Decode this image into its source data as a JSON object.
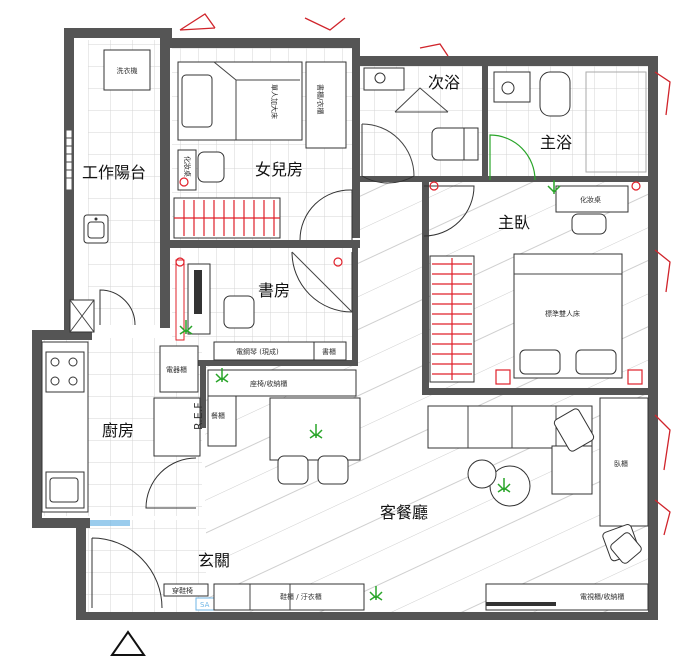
{
  "rooms": {
    "work_balcony": "工作陽台",
    "daughter_room": "女兒房",
    "second_bath": "次浴",
    "master_bath": "主浴",
    "master_bedroom": "主臥",
    "study": "書房",
    "kitchen": "廚房",
    "living_dining": "客餐廳",
    "entrance": "玄關"
  },
  "labels": {
    "washer": "洗衣機",
    "single_bed": "單人加大床",
    "daughter_wardrobe": "書櫃/衣櫃",
    "dresser_small": "化妝桌",
    "dresser_master": "化妝桌",
    "double_bed": "標準雙人床",
    "electronic_piano": "電鋼琴 (現成)",
    "bookshelf": "書櫃",
    "appliance_cabinet": "電器櫃",
    "bench_storage": "座椅/收納櫃",
    "dining_cabinet": "餐櫃",
    "fridge": "R.E.F",
    "decor_cabinet": "臥櫃",
    "shoe_bench": "穿鞋椅",
    "sa": "SA",
    "shoe_coat_cabinet": "鞋櫃 / 汙衣櫃",
    "tv_cabinet": "電視櫃/收納櫃"
  },
  "colors": {
    "wall": "#555555",
    "window": "#d0242b",
    "plant": "#2aa52a",
    "door_swing": "#2aa52a",
    "glass": "#6fb6e6"
  },
  "icons": [
    "plant-icon",
    "entrance-arrow-icon",
    "sink-icon",
    "toilet-icon",
    "stove-icon"
  ]
}
